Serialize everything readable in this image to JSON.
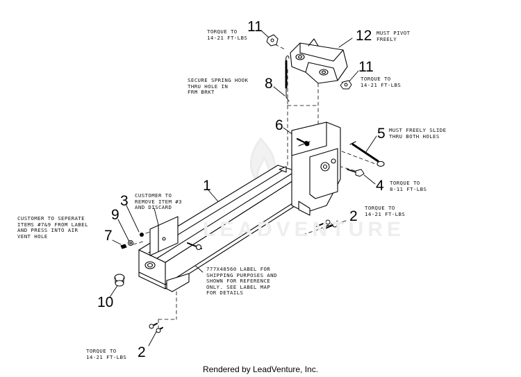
{
  "callouts": [
    {
      "id": "c11a",
      "text": "11"
    },
    {
      "id": "c12",
      "text": "12"
    },
    {
      "id": "c11b",
      "text": "11"
    },
    {
      "id": "c8",
      "text": "8"
    },
    {
      "id": "c6",
      "text": "6"
    },
    {
      "id": "c5",
      "text": "5"
    },
    {
      "id": "c4",
      "text": "4"
    },
    {
      "id": "c1",
      "text": "1"
    },
    {
      "id": "c3",
      "text": "3"
    },
    {
      "id": "c9",
      "text": "9"
    },
    {
      "id": "c7",
      "text": "7"
    },
    {
      "id": "c2a",
      "text": "2"
    },
    {
      "id": "c10",
      "text": "10"
    },
    {
      "id": "c2b",
      "text": "2"
    }
  ],
  "notes": {
    "torque_11a": "TORQUE TO\n14-21 FT-LBS",
    "pivot_12": "MUST PIVOT\nFREELY",
    "torque_11b": "TORQUE TO\n14-21 FT-LBS",
    "spring_8": "SECURE SPRING HOOK\nTHRU HOLE IN\nFRM BRKT",
    "slide_5": "MUST FREELY SLIDE\nTHRU BOTH HOLES",
    "torque_4": "TORQUE TO\n8-11 FT-LBS",
    "remove_3": "CUSTOMER TO\nREMOVE ITEM #3\nAND DISCARD",
    "torque_2a": "TORQUE TO\n14-21 FT-LBS",
    "separate_79": "CUSTOMER TO SEPERATE\nITEMS #7&9 FROM LABEL\nAND PRESS INTO AIR\nVENT HOLE",
    "label_note": "777X48560 LABEL FOR\nSHIPPING PURPOSES AND\nSHOWN FOR REFERENCE\nONLY. SEE LABEL MAP\nFOR DETAILS",
    "torque_2b": "TORQUE TO\n14-21 FT-LBS"
  },
  "watermark": "LEADVENTURE",
  "footer": "Rendered by LeadVenture, Inc."
}
